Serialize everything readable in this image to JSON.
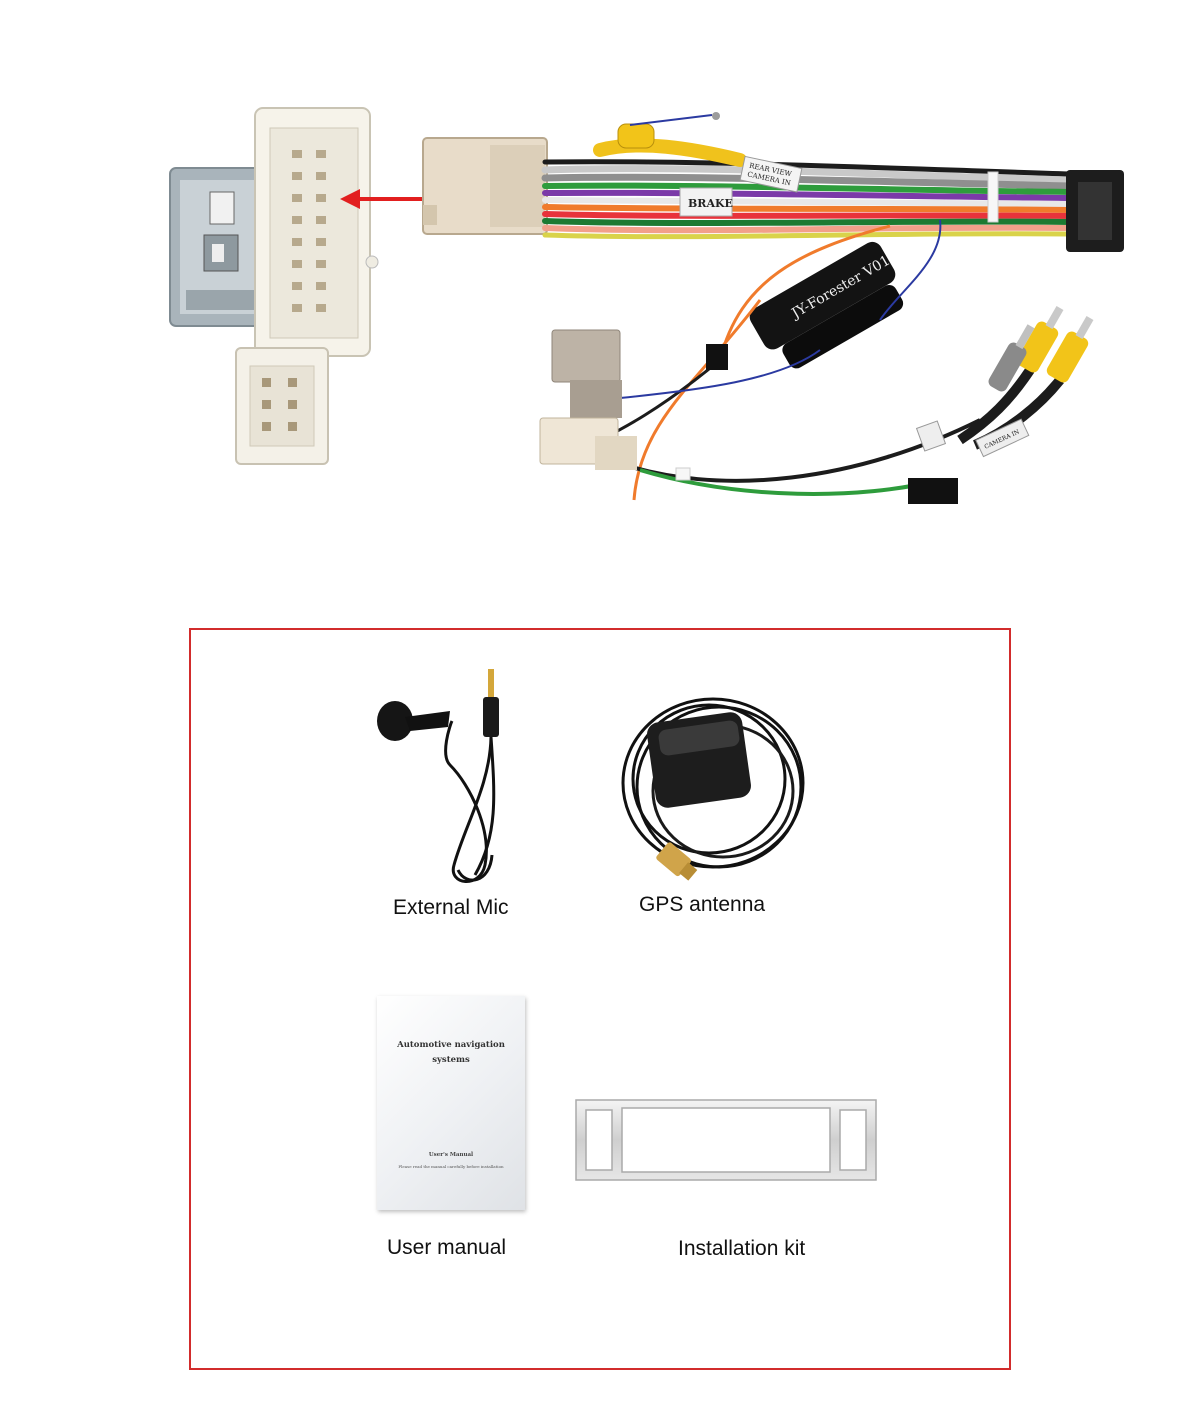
{
  "harness": {
    "brake_label": "BRAKE",
    "rear_view_label_1": "REAR VIEW",
    "rear_view_label_2": "CAMERA IN",
    "module_label": "JY-Forester V01",
    "camera_in_label": "CAMERA IN"
  },
  "kit": {
    "mic_caption": "External Mic",
    "gps_caption": "GPS antenna",
    "manual_caption": "User manual",
    "install_caption": "Installation kit",
    "manual_title_1": "Automotive navigation",
    "manual_title_2": "systems",
    "manual_subtitle": "User's Manual",
    "manual_note": "Please read the manual carefully before installation"
  },
  "colors": {
    "frame_red": "#d22c2c",
    "arrow_red": "#e21f1f"
  }
}
